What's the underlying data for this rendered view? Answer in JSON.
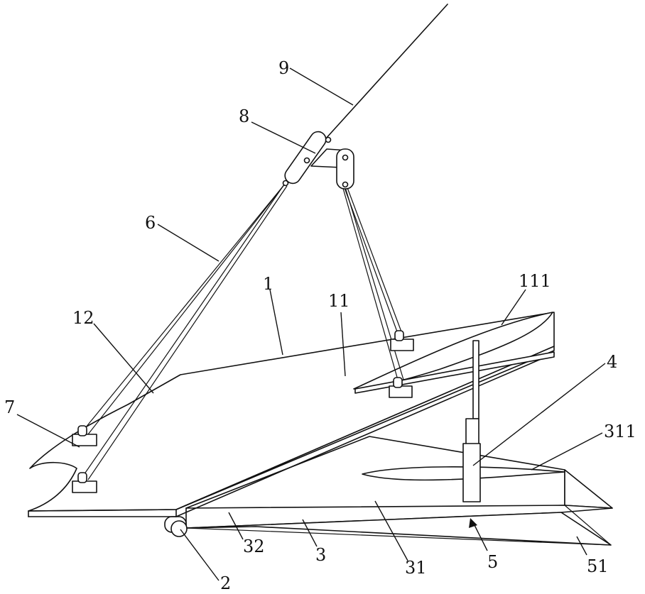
{
  "labels": {
    "l1": "1",
    "l2": "2",
    "l3": "3",
    "l4": "4",
    "l5": "5",
    "l6": "6",
    "l7": "7",
    "l8": "8",
    "l9": "9",
    "l11": "11",
    "l12": "12",
    "l31": "31",
    "l32": "32",
    "l51": "51",
    "l111": "111",
    "l311": "311"
  }
}
